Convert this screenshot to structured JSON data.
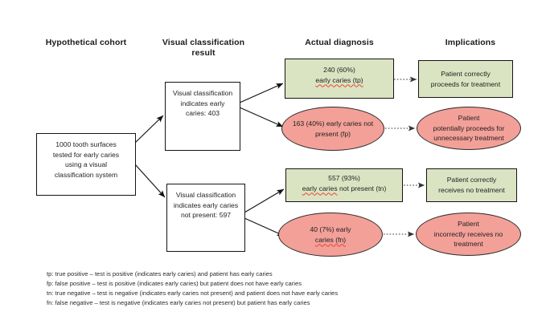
{
  "headers": [
    {
      "label": "Hypothetical cohort"
    },
    {
      "label": "Visual classification result"
    },
    {
      "label": "Actual diagnosis"
    },
    {
      "label": "Implications"
    }
  ],
  "colors": {
    "green_fill": "#dbe4c2",
    "red_fill": "#f3a098",
    "outline": "#141414",
    "spellcheck_underline": "#e8443a"
  },
  "nodes": {
    "cohort": {
      "lines": [
        "1000 tooth surfaces",
        "tested for early caries",
        "using a visual",
        "classification system"
      ]
    },
    "classify_positive": {
      "lines": [
        "Visual classification",
        "indicates early",
        "caries:  403"
      ],
      "count": "403"
    },
    "classify_negative": {
      "lines": [
        "Visual classification",
        "indicates early caries",
        "not present: 597"
      ],
      "count": "597"
    },
    "tp": {
      "line1": "240 (60%)",
      "line2": "early caries (tp)",
      "value": "240",
      "percent": "60%",
      "code": "tp"
    },
    "fp": {
      "line1": "163 (40%) early caries not",
      "line2": "present (fp)",
      "value": "163",
      "percent": "40%",
      "code": "fp"
    },
    "tn": {
      "line1": "557 (93%)",
      "line2_a": "early caries",
      "line2_b": " not present (tn)",
      "value": "557",
      "percent": "93%",
      "code": "tn"
    },
    "fn": {
      "line1": "40 (7%) early",
      "line2": "caries  (fn)",
      "value": "40",
      "percent": "7%",
      "code": "fn"
    },
    "impl_tp": {
      "lines": [
        "Patient correctly",
        "proceeds for treatment"
      ]
    },
    "impl_fp": {
      "lines": [
        "Patient",
        "potentially proceeds for",
        "unnecessary treatment"
      ]
    },
    "impl_tn": {
      "lines": [
        "Patient correctly",
        "receives no treatment"
      ]
    },
    "impl_fn": {
      "lines": [
        "Patient",
        "incorrectly receives no",
        "treatment"
      ]
    }
  },
  "legend": [
    "tp: true positive – test is positive (indicates early caries) and patient has early caries",
    "fp: false positive – test is positive (indicates early caries) but patient does not have early caries",
    "tn: true negative – test is negative (indicates early caries not present) and patient does not have early caries",
    "fn: false negative – test is negative (indicates early caries not present)  but patient has early caries"
  ]
}
